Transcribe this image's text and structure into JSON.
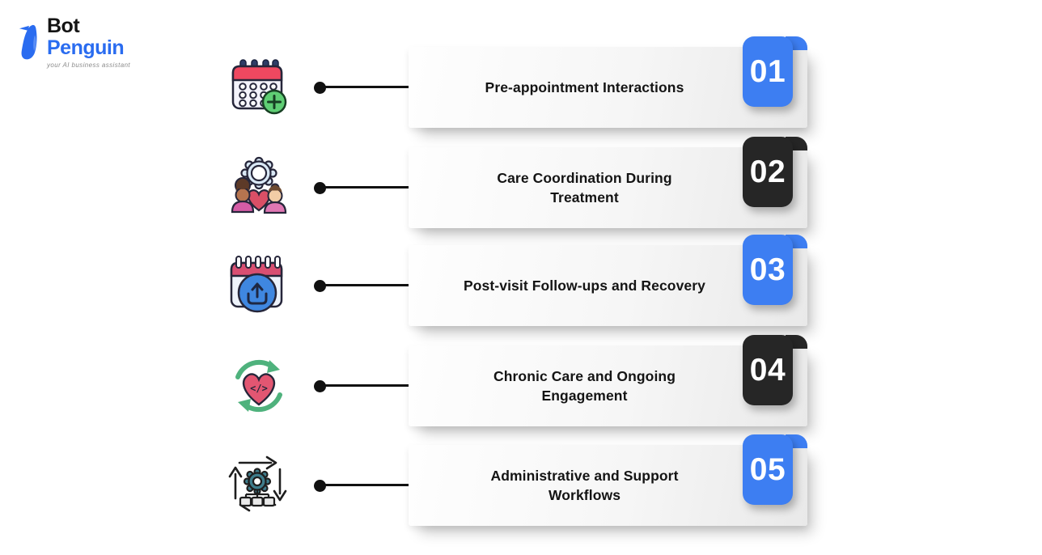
{
  "logo": {
    "title_line1": "Bot",
    "title_line2": "Penguin",
    "tagline": "your AI business assistant"
  },
  "items": [
    {
      "number": "01",
      "label": "Pre-appointment Interactions",
      "lines": [
        "Pre-appointment Interactions"
      ],
      "badge_color": "#3d7ef2",
      "icon": "calendar-add-icon"
    },
    {
      "number": "02",
      "label": "Care Coordination During Treatment",
      "lines": [
        "Care Coordination During",
        "Treatment"
      ],
      "badge_color": "#262626",
      "icon": "care-team-icon"
    },
    {
      "number": "03",
      "label": "Post-visit Follow-ups and Recovery",
      "lines": [
        "Post-visit Follow-ups and Recovery"
      ],
      "badge_color": "#3d7ef2",
      "icon": "calendar-upload-icon"
    },
    {
      "number": "04",
      "label": "Chronic Care and Ongoing Engagement",
      "lines": [
        "Chronic Care and Ongoing",
        "Engagement"
      ],
      "badge_color": "#262626",
      "icon": "heart-code-cycle-icon"
    },
    {
      "number": "05",
      "label": "Administrative and Support Workflows",
      "lines": [
        "Administrative and Support",
        "Workflows"
      ],
      "badge_color": "#3d7ef2",
      "icon": "workflow-gear-icon"
    }
  ],
  "colors": {
    "accent_blue": "#3d7ef2",
    "badge_dark": "#262626",
    "connector_black": "#111111",
    "logo_blue": "#2a6cf0",
    "card_text": "#141414"
  }
}
